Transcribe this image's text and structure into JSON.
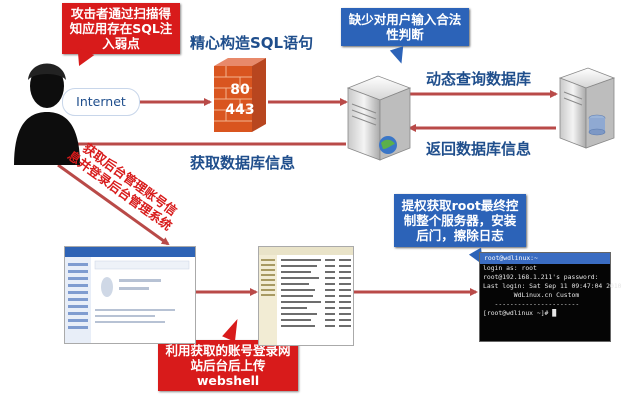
{
  "callouts": {
    "attacker": "攻击者通过扫描得知应用存在SQL注入弱点",
    "input_check": "缺少对用户输入合法性判断",
    "privilege": "提权获取root最终控制整个服务器，安装后门，擦除日志",
    "webshell": "利用获取的账号登录网站后台后上传webshell"
  },
  "labels": {
    "craft_sql": "精心构造SQL语句",
    "dynamic_query": "动态查询数据库",
    "return_info": "返回数据库信息",
    "get_info": "获取数据库信息",
    "internet": "Internet",
    "backend_login": "获取后台管理账号信息并登录后台管理系统"
  },
  "firewall": {
    "port1": "80",
    "port2": "443"
  },
  "terminal": {
    "title": "root@wdlinux:~",
    "lines": [
      "login as: root",
      "root@192.168.1.211's password:",
      "Last login: Sat Sep 11 09:47:04 2010",
      "",
      "        WdLinux.cn Custom",
      "   ----------------------",
      "[root@wdlinux ~]# █"
    ]
  },
  "colors": {
    "arrow": "#b94a48",
    "callout_red": "#d81b1b",
    "callout_blue": "#2c63b8",
    "label_blue": "#1f4e8c"
  }
}
